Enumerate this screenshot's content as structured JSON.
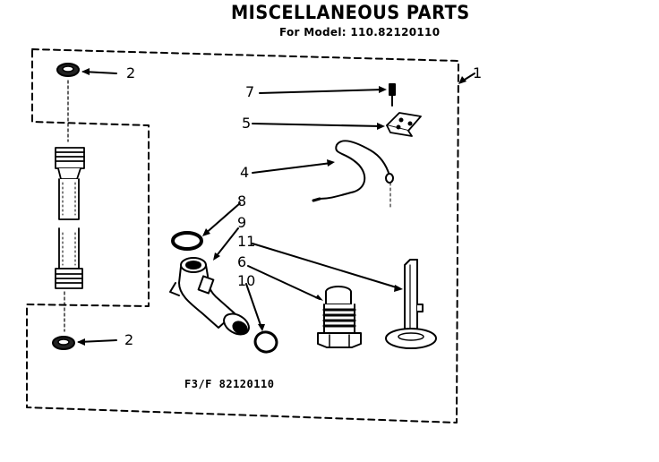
{
  "header": {
    "title": "MISCELLANEOUS PARTS",
    "model_line": "For Model: 110.82120110"
  },
  "figure_code": "F3/F 82120110",
  "callouts": {
    "c1": "1",
    "c2_top": "2",
    "c2_bottom": "2",
    "c4": "4",
    "c5": "5",
    "c6": "6",
    "c7": "7",
    "c8": "8",
    "c9": "9",
    "c10": "10",
    "c11": "11"
  }
}
